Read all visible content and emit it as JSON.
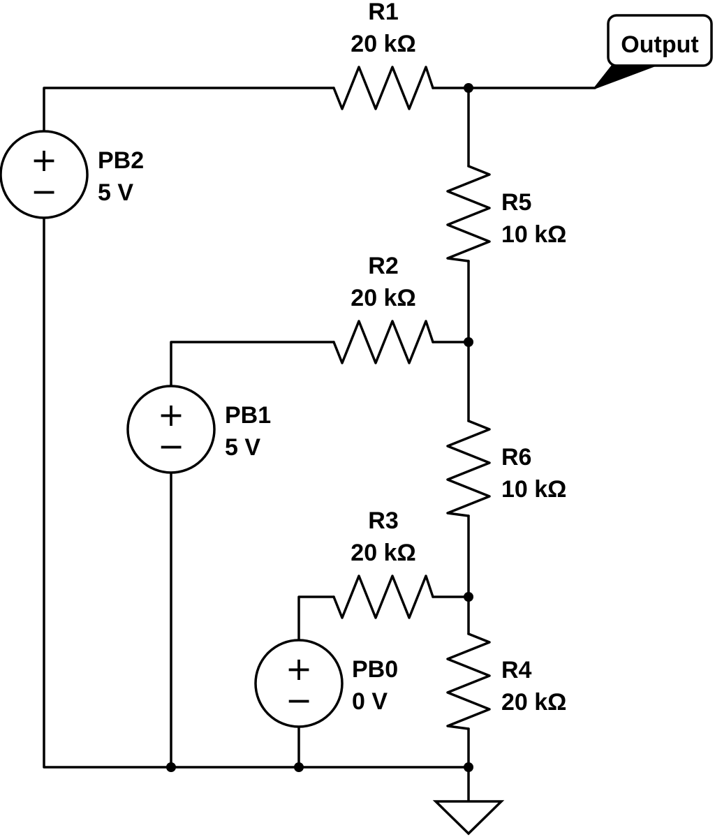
{
  "components": {
    "r1": {
      "ref": "R1",
      "value": "20 kΩ"
    },
    "r2": {
      "ref": "R2",
      "value": "20 kΩ"
    },
    "r3": {
      "ref": "R3",
      "value": "20 kΩ"
    },
    "r4": {
      "ref": "R4",
      "value": "20 kΩ"
    },
    "r5": {
      "ref": "R5",
      "value": "10 kΩ"
    },
    "r6": {
      "ref": "R6",
      "value": "10 kΩ"
    },
    "pb2": {
      "ref": "PB2",
      "value": "5 V"
    },
    "pb1": {
      "ref": "PB1",
      "value": "5 V"
    },
    "pb0": {
      "ref": "PB0",
      "value": "0 V"
    }
  },
  "symbols": {
    "plus": "+",
    "minus": "−"
  },
  "output_label": "Output",
  "icons": {
    "ground": "ground-icon",
    "voltage_source": "voltage-source-icon",
    "resistor": "resistor-icon"
  },
  "colors": {
    "ink": "#000000",
    "background": "#ffffff"
  }
}
